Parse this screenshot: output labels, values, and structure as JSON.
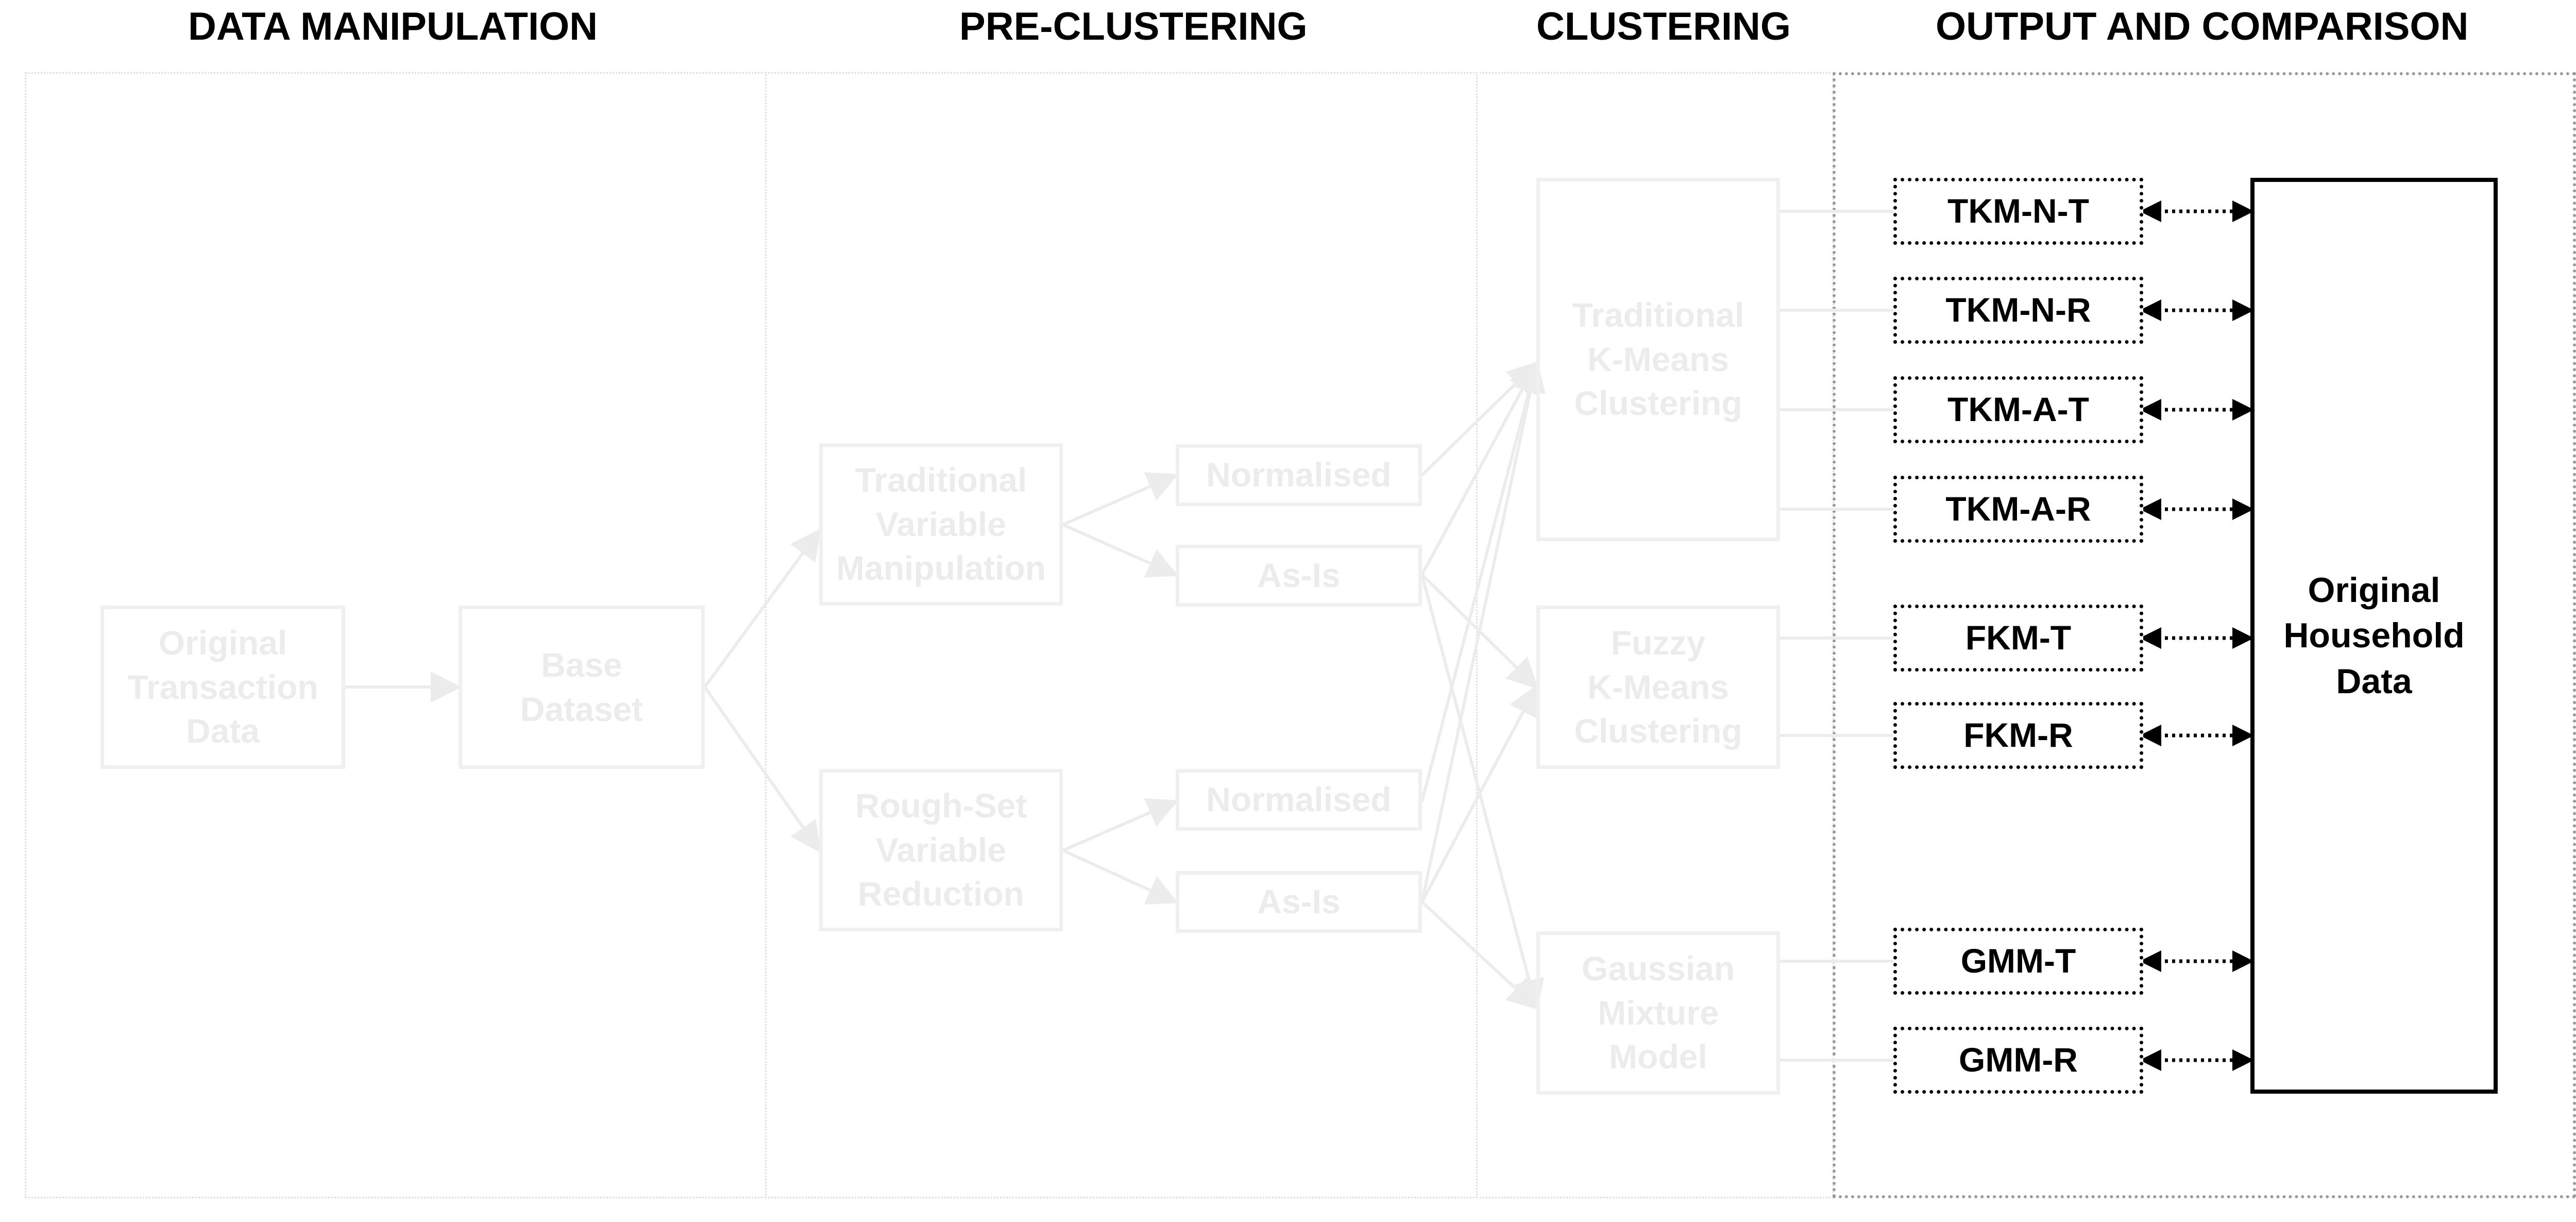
{
  "sections": {
    "data_manipulation": "DATA MANIPULATION",
    "pre_clustering": "PRE-CLUSTERING",
    "clustering": "CLUSTERING",
    "output_comparison": "OUTPUT AND COMPARISON"
  },
  "data_manipulation": {
    "original_transaction": "Original\nTransaction\nData",
    "base_dataset": "Base\nDataset"
  },
  "pre_clustering": {
    "traditional": "Traditional\nVariable\nManipulation",
    "rough_set": "Rough-Set\nVariable\nReduction",
    "normalised_1": "Normalised",
    "as_is_1": "As-Is",
    "normalised_2": "Normalised",
    "as_is_2": "As-Is"
  },
  "clustering": {
    "tkm": "Traditional\nK-Means\nClustering",
    "fkm": "Fuzzy\nK-Means\nClustering",
    "gmm": "Gaussian\nMixture\nModel"
  },
  "outputs": {
    "tkm_n_t": "TKM-N-T",
    "tkm_n_r": "TKM-N-R",
    "tkm_a_t": "TKM-A-T",
    "tkm_a_r": "TKM-A-R",
    "fkm_t": "FKM-T",
    "fkm_r": "FKM-R",
    "gmm_t": "GMM-T",
    "gmm_r": "GMM-R"
  },
  "comparison_target": "Original\nHousehold\nData"
}
